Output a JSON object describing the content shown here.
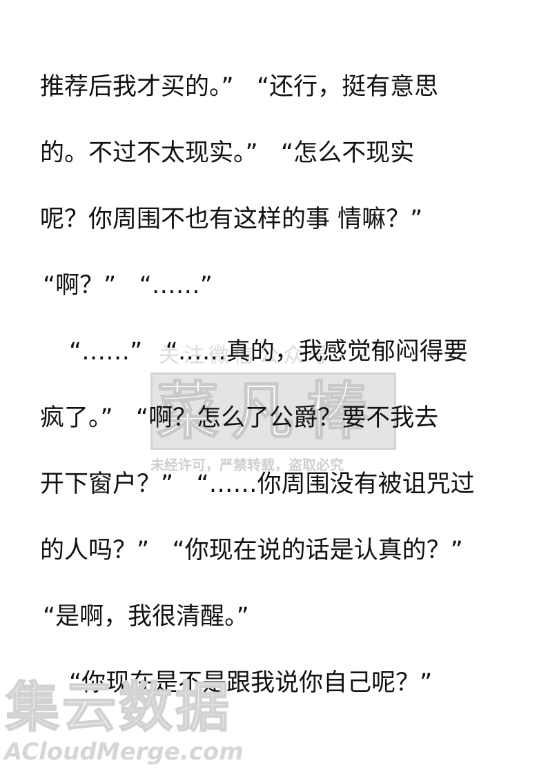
{
  "lines": [
    "推荐后我才买的。”   “还行，挺有意思",
    "的。不过不太现实。”   “怎么不现实",
    "呢？你周围不也有这样的事 情嘛？”",
    "“啊？”   “……”",
    "“……”   “……真的，我感觉郁闷得要",
    "疯了。”   “啊？怎么了公爵？要不我去",
    "开下窗户？”   “……你周围没有被诅咒过",
    "的人吗？”   “你现在说的话是认真的？”",
    "“是啊，我很清醒。”",
    "“你现在是不是跟我说你自己呢？”"
  ],
  "watermark": {
    "top_text": "关注微信公众号",
    "brand": "菜凡棒",
    "bottom_text": "未经许可，严禁转载，盗取必究"
  },
  "corner_watermark": {
    "cn": "集云数据",
    "en": "ACloudMerge.com"
  }
}
